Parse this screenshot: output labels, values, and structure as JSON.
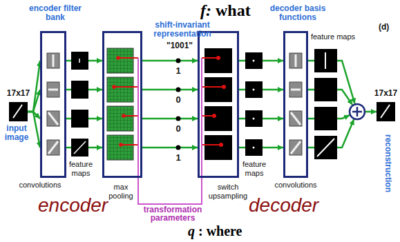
{
  "diagram": {
    "nodes": [
      {
        "text": [
          "17x17",
          "input image"
        ]
      },
      {
        "text": [
          "encoder filter bank"
        ]
      },
      {
        "text": [
          "max pooling"
        ]
      },
      {
        "text": [
          "switch upsampling"
        ]
      },
      {
        "text": [
          "decoder basis functions"
        ]
      },
      {
        "text": [
          "17x17"
        ]
      }
    ],
    "edges": [
      {
        "from": 0,
        "to": 1,
        "arrow": "to"
      },
      {
        "from": 1,
        "to": 2,
        "arrow": "to"
      },
      {
        "from": 2,
        "to": 3,
        "arrow": "to"
      },
      {
        "from": 3,
        "to": 4,
        "arrow": "to"
      },
      {
        "from": 4,
        "to": 5,
        "arrow": "to"
      }
    ],
    "labels": [
      "f: what",
      "(d)",
      "shift-invariant representation",
      "\"1001\"",
      "1",
      "0",
      "0",
      "1",
      "feature maps",
      "convolutions",
      "feature maps",
      "feature maps",
      "convolutions",
      "encoder",
      "decoder",
      "transformation parameters",
      "reconstruction",
      "q : where"
    ]
  }
}
